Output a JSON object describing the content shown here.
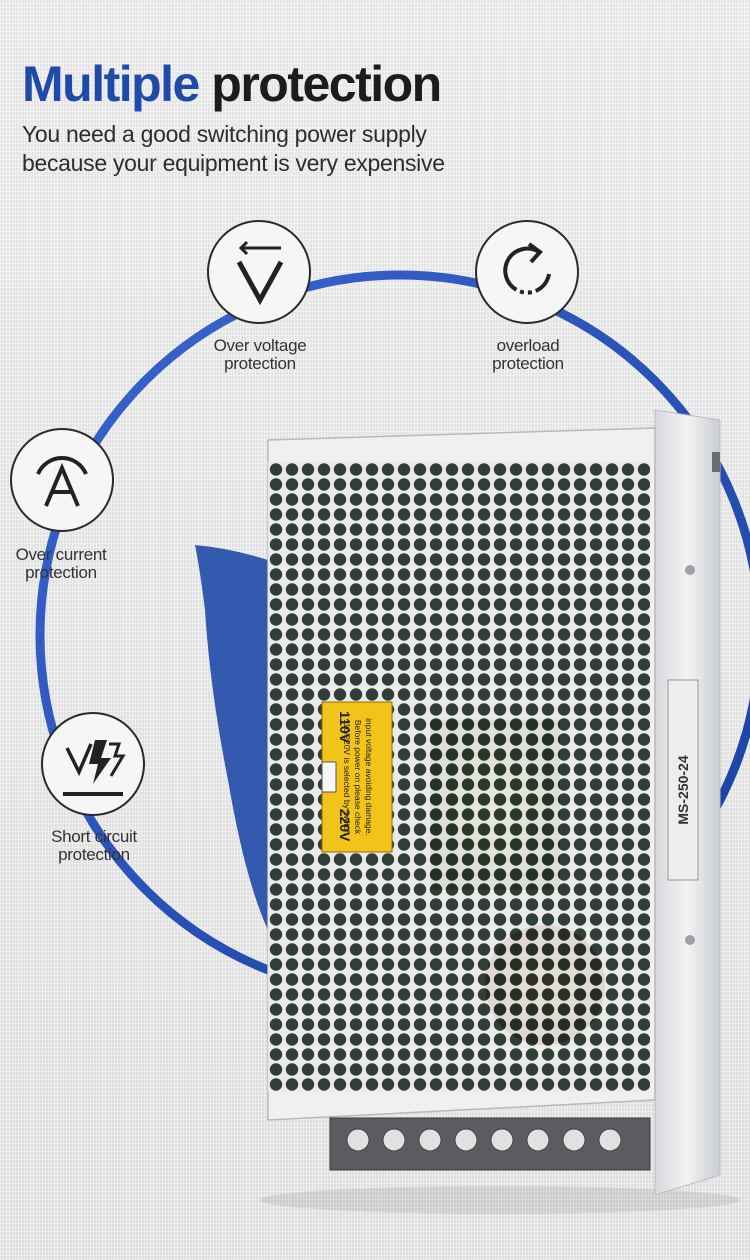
{
  "headline": {
    "part1": "Multiple",
    "part2": "protection"
  },
  "subtitle": {
    "line1": "You need a good switching power supply",
    "line2": "because your equipment is very expensive"
  },
  "features": {
    "over_voltage": {
      "icon": "voltage-arrow-icon",
      "line1": "Over voltage",
      "line2": "protection"
    },
    "overload": {
      "icon": "refresh-cycle-icon",
      "line1": "overload",
      "line2": "protection"
    },
    "over_current": {
      "icon": "ampere-meter-icon",
      "line1": "Over current",
      "line2": "protection"
    },
    "short_circuit": {
      "icon": "lightning-break-icon",
      "line1": "Short circuit",
      "line2": "protection"
    }
  },
  "product": {
    "label_line1": "110/220V is selected by switch",
    "label_line2": "Before power on please check",
    "label_line3": "input voltage avoiding damage.",
    "switch_low": "110V",
    "switch_high": "220V",
    "model_text": "MS-250-24"
  },
  "colors": {
    "accent": "#1f4aa8",
    "ring": "#1e47b0",
    "label_yellow": "#f2c318"
  }
}
